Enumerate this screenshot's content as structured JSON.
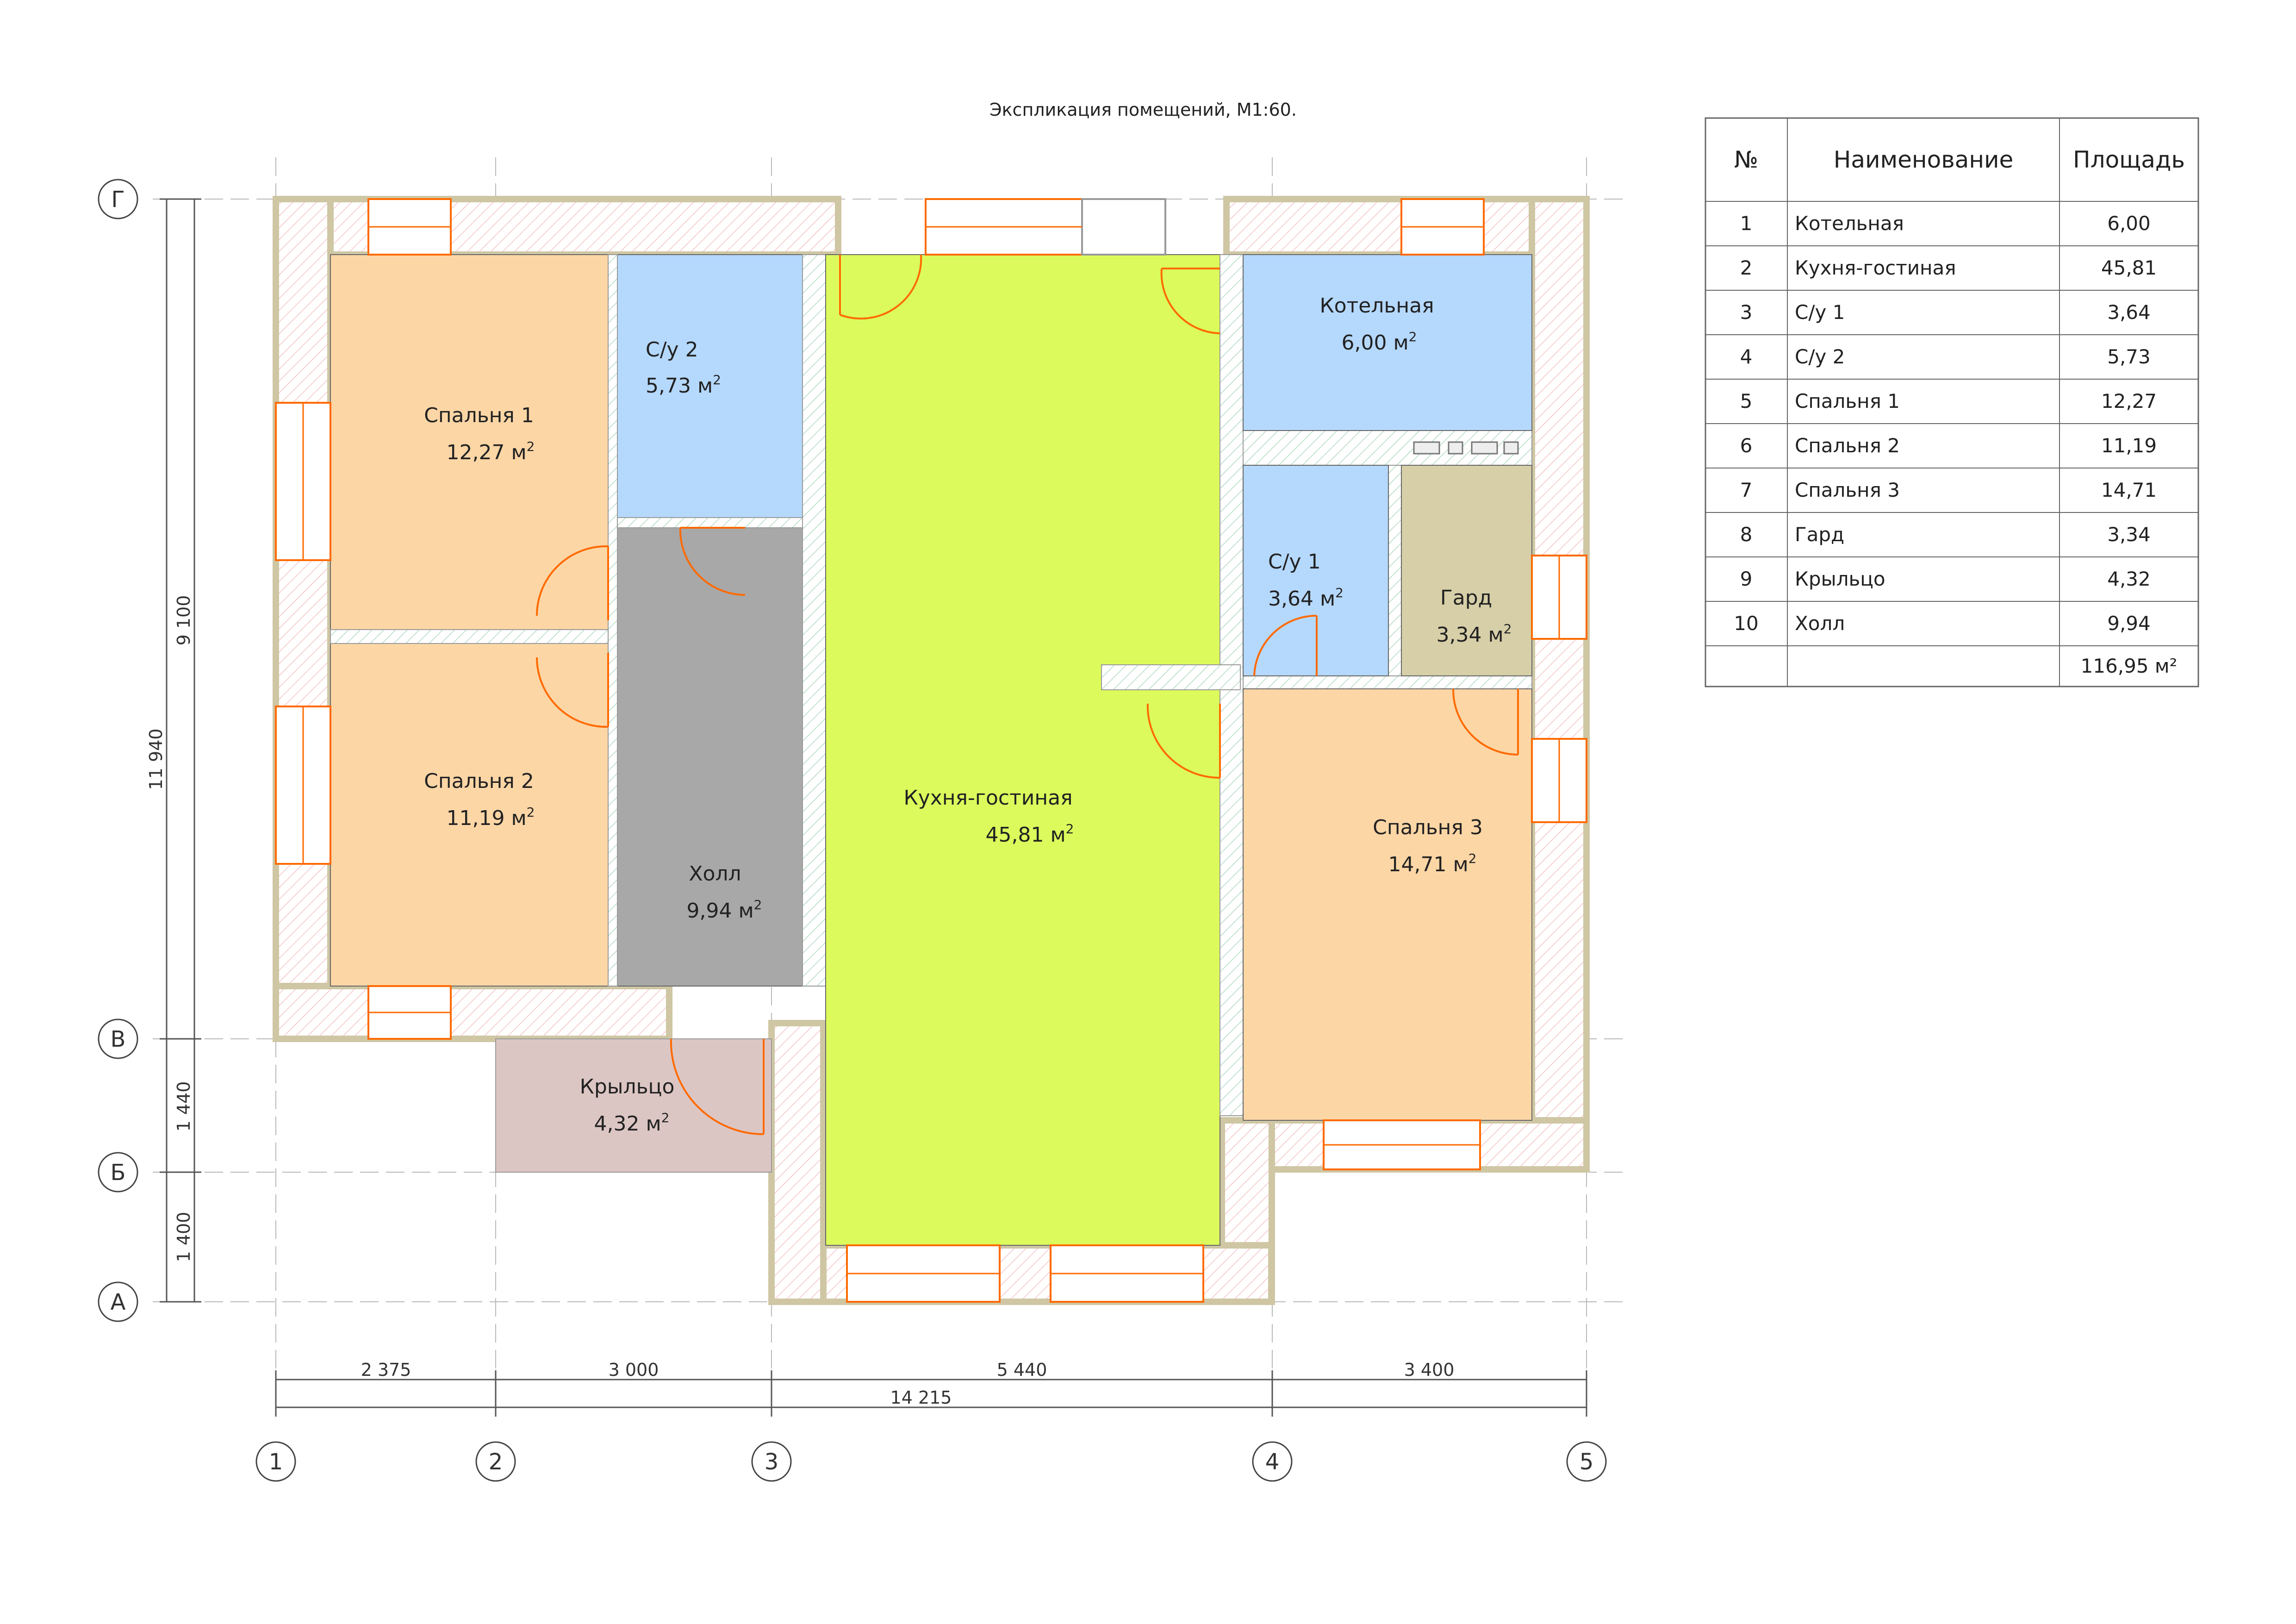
{
  "title": "Экспликация помещений, М1:60.",
  "rooms": [
    {
      "name": "Спальня 1",
      "area": "12,27 м",
      "sup": "2"
    },
    {
      "name": "Спальня 2",
      "area": "11,19 м",
      "sup": "2"
    },
    {
      "name": "С/у 2",
      "area": "5,73 м",
      "sup": "2"
    },
    {
      "name": "Холл",
      "area": "9,94 м",
      "sup": "2"
    },
    {
      "name": "Кухня-гостиная",
      "area": "45,81 м",
      "sup": "2"
    },
    {
      "name": "Котельная",
      "area": "6,00 м",
      "sup": "2"
    },
    {
      "name": "С/у 1",
      "area": "3,64 м",
      "sup": "2"
    },
    {
      "name": "Гард",
      "area": "3,34 м",
      "sup": "2"
    },
    {
      "name": "Спальня 3",
      "area": "14,71 м",
      "sup": "2"
    },
    {
      "name": "Крыльцо",
      "area": "4,32 м",
      "sup": "2"
    }
  ],
  "colors": {
    "bedroom": "#fdd6a6",
    "bathroom": "#b5d8fd",
    "hall": "#a8a8a8",
    "kitchen": "#dcfa5c",
    "wardrobe": "#d6cfa8",
    "porch": "#dcc6c4",
    "wall": "#cfc6a4",
    "door": "#ff6a00"
  },
  "axes": {
    "rows": [
      "Г",
      "В",
      "Б",
      "А"
    ],
    "cols": [
      "1",
      "2",
      "3",
      "4",
      "5"
    ]
  },
  "dimensions": {
    "vertical_total": "11 940",
    "vertical": [
      "9 100",
      "1 440",
      "1 400"
    ],
    "horizontal": [
      "2 375",
      "3 000",
      "5 440",
      "3 400"
    ],
    "horizontal_total": "14 215"
  },
  "table": {
    "headers": [
      "№",
      "Наименование",
      "Площадь"
    ],
    "rows": [
      [
        "1",
        "Котельная",
        "6,00"
      ],
      [
        "2",
        "Кухня-гостиная",
        "45,81"
      ],
      [
        "3",
        "С/у 1",
        "3,64"
      ],
      [
        "4",
        "С/у 2",
        "5,73"
      ],
      [
        "5",
        "Спальня 1",
        "12,27"
      ],
      [
        "6",
        "Спальня 2",
        "11,19"
      ],
      [
        "7",
        "Спальня 3",
        "14,71"
      ],
      [
        "8",
        "Гард",
        "3,34"
      ],
      [
        "9",
        "Крыльцо",
        "4,32"
      ],
      [
        "10",
        "Холл",
        "9,94"
      ]
    ],
    "total": "116,95 м²"
  }
}
